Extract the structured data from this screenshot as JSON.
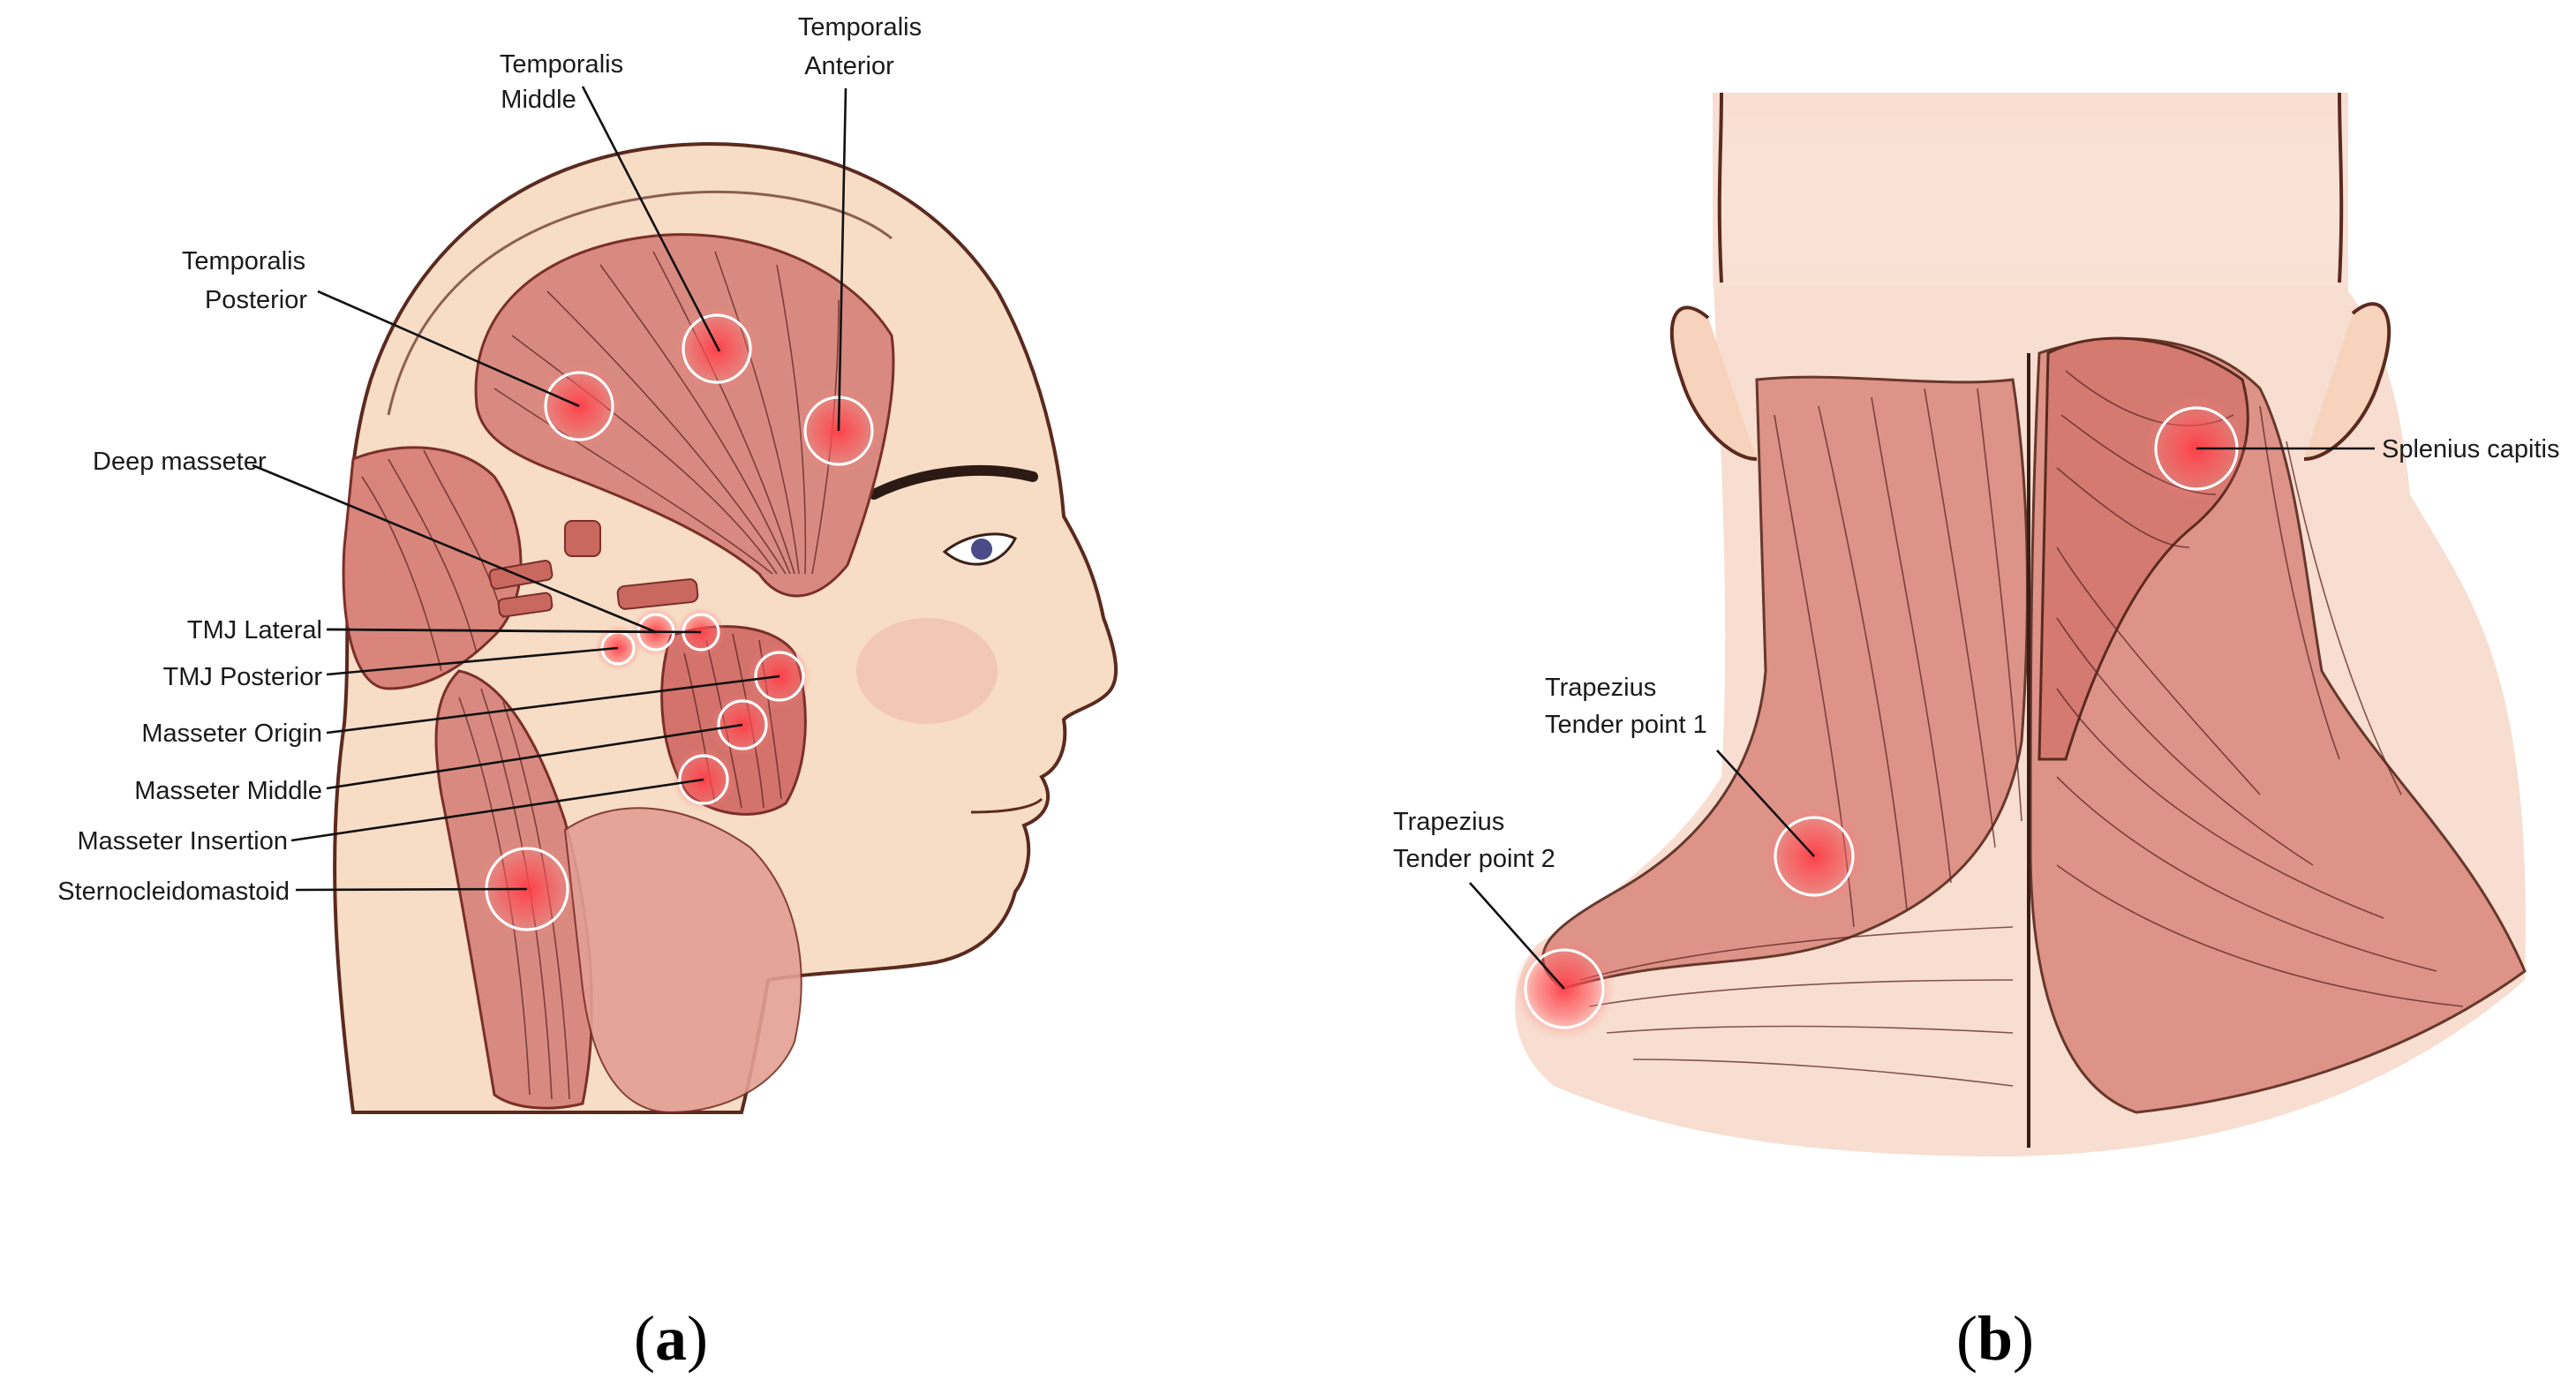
{
  "panels": [
    {
      "id": "a",
      "caption": "(a)",
      "caption_letter": "a",
      "labels": {
        "temporalis_middle": [
          "Temporalis",
          "Middle"
        ],
        "temporalis_anterior": [
          "Temporalis",
          "Anterior"
        ],
        "temporalis_posterior": [
          "Temporalis",
          "Posterior"
        ],
        "deep_masseter": "Deep masseter",
        "tmj_lateral": "TMJ Lateral",
        "tmj_posterior": "TMJ Posterior",
        "masseter_origin": "Masseter Origin",
        "masseter_middle": "Masseter Middle",
        "masseter_insertion": "Masseter Insertion",
        "sternocleidomastoid": "Sternocleidomastoid"
      }
    },
    {
      "id": "b",
      "caption": "(b)",
      "caption_letter": "b",
      "labels": {
        "splenius_capitis": "Splenius capitis",
        "trapezius_tp1": [
          "Trapezius",
          "Tender point 1"
        ],
        "trapezius_tp2": [
          "Trapezius",
          "Tender point 2"
        ]
      }
    }
  ],
  "colors": {
    "skin": "#f7dcc6",
    "muscle": "#d9857c",
    "muscle_dark": "#b8564f",
    "tender_point": "#e8343f",
    "ring": "#ffffff",
    "leader": "#111111"
  }
}
